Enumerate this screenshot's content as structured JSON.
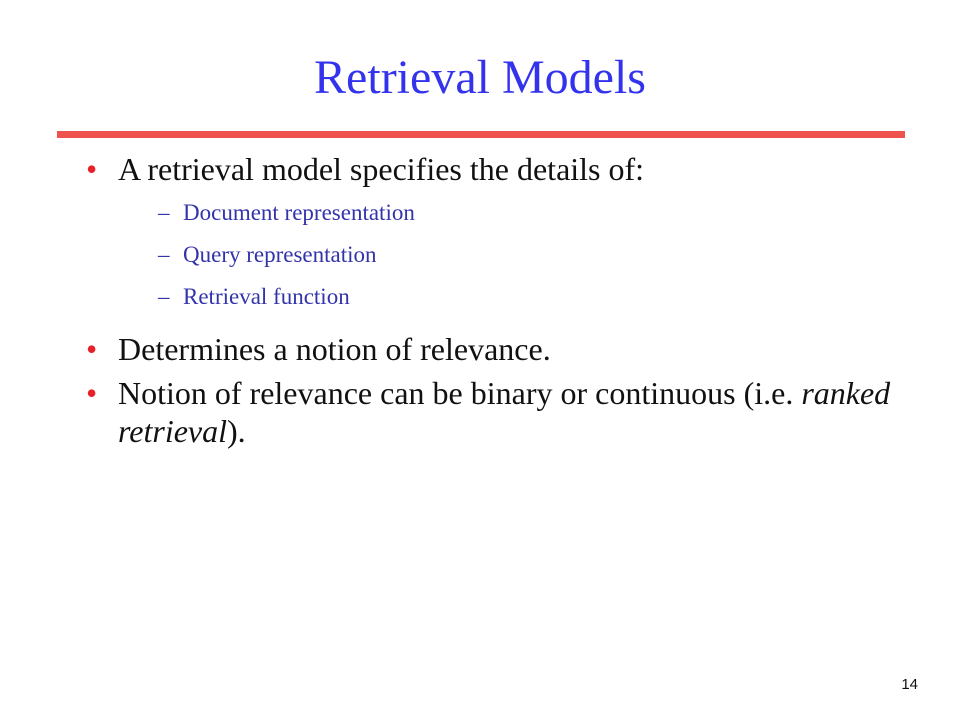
{
  "slide": {
    "title": "Retrieval Models",
    "bullets": [
      {
        "marker": "•",
        "text": "A retrieval model specifies the details of:",
        "subitems": [
          {
            "marker": "–",
            "text": "Document representation"
          },
          {
            "marker": "–",
            "text": "Query representation"
          },
          {
            "marker": "–",
            "text": "Retrieval function"
          }
        ]
      },
      {
        "marker": "•",
        "text": "Determines a notion of relevance."
      },
      {
        "marker": "•",
        "text_before": "Notion of relevance can be binary or continuous (i.e. ",
        "text_italic": "ranked retrieval",
        "text_after": ")."
      }
    ],
    "page_number": "14"
  },
  "colors": {
    "title": "#3333ee",
    "rule": "#ef5350",
    "bullet_marker": "#e8202a",
    "subitem_text": "#3333aa",
    "body_text": "#111111"
  }
}
